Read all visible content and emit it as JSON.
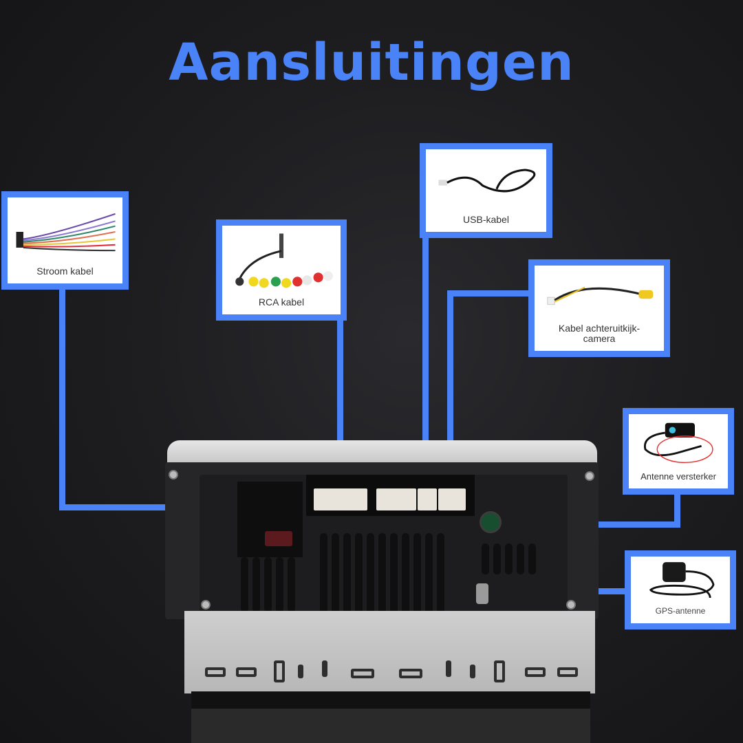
{
  "title": "Aansluitingen",
  "accent_color": "#4a82f7",
  "marker_color": "#e8223f",
  "connections": [
    {
      "id": "power",
      "label": "Stroom kabel",
      "icon": "wiring-harness-icon"
    },
    {
      "id": "rca",
      "label": "RCA kabel",
      "icon": "rca-cable-icon"
    },
    {
      "id": "usb",
      "label": "USB-kabel",
      "icon": "usb-cable-icon"
    },
    {
      "id": "camera",
      "label": "Kabel achteruitkijk-camera",
      "icon": "camera-cable-icon"
    },
    {
      "id": "antenna",
      "label": "Antenne versterker",
      "icon": "antenna-amplifier-icon"
    },
    {
      "id": "gps",
      "label": "GPS-antenne",
      "icon": "gps-antenna-icon"
    }
  ]
}
